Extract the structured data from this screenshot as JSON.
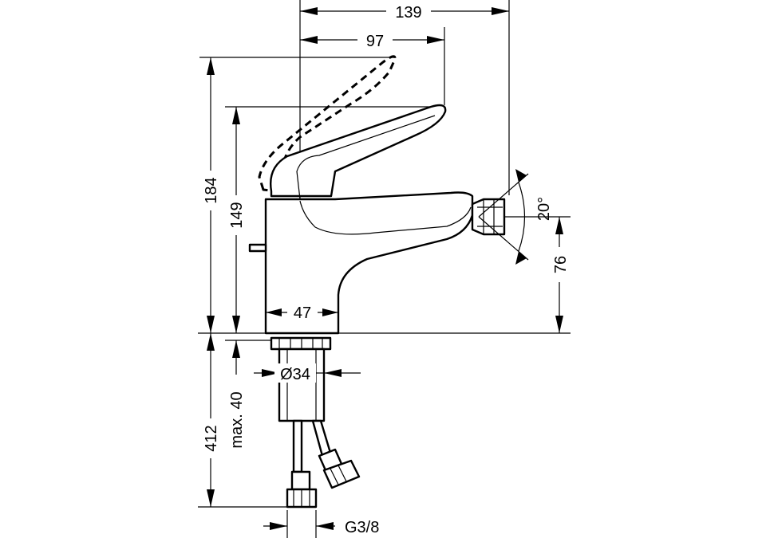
{
  "dimensions": {
    "d139": "139",
    "d97": "97",
    "d184": "184",
    "d149": "149",
    "d47": "47",
    "d20": "20°",
    "d76": "76",
    "d34": "Ø34",
    "d412": "412",
    "dmax40": "max. 40",
    "dG38": "G3/8"
  }
}
